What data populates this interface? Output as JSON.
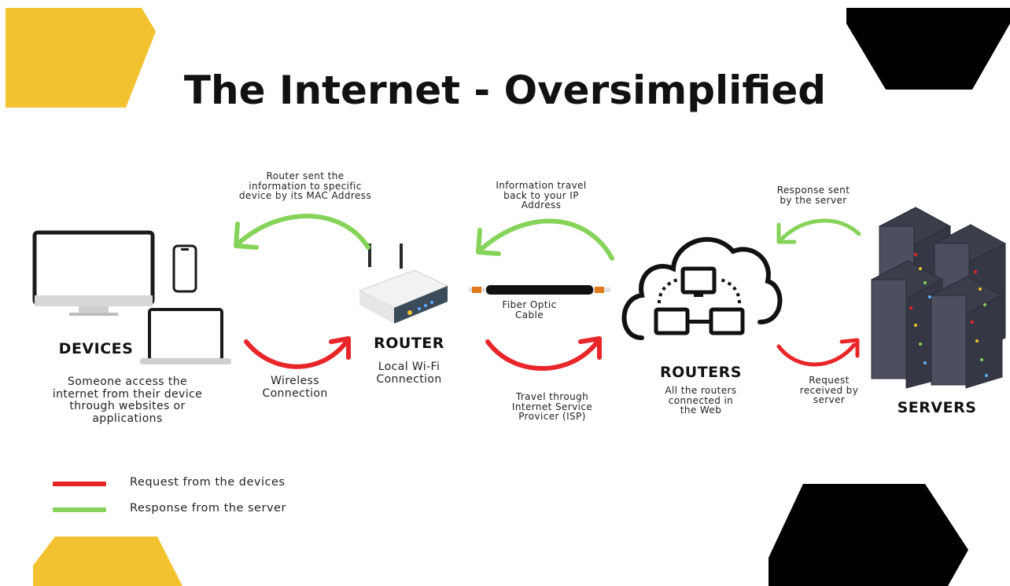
{
  "title": "The Internet - Oversimplified",
  "colors": {
    "yellow": "#F2C230",
    "black": "#000000",
    "request": "#E8262A",
    "response": "#86D35A"
  },
  "nodes": {
    "devices": {
      "label": "DEVICES",
      "caption": "Someone access the\ninternet from their device\nthrough websites or\napplications"
    },
    "router": {
      "label": "ROUTER",
      "caption": "Local Wi-Fi\nConnection"
    },
    "routers": {
      "label": "ROUTERS",
      "caption": "All the routers\nconnected in\nthe Web"
    },
    "servers": {
      "label": "SERVERS"
    }
  },
  "edges": {
    "wireless": "Wireless\nConnection",
    "router_to_device": "Router sent the\ninformation to specific\ndevice by its MAC Address",
    "fiber": "Fiber Optic\nCable",
    "isp": "Travel through\nInternet Service\nProvicer (ISP)",
    "back_to_ip": "Information travel\nback to your IP\nAddress",
    "response_server": "Response sent\nby the server",
    "request_server": "Request\nreceived by\nserver"
  },
  "legend": [
    {
      "label": "Request from the devices",
      "color": "#E8262A"
    },
    {
      "label": "Response from the server",
      "color": "#86D35A"
    }
  ],
  "icons": [
    "monitor-icon",
    "phone-icon",
    "laptop-icon",
    "wifi-router-icon",
    "fiber-cable-icon",
    "cloud-network-icon",
    "server-rack-icon"
  ]
}
